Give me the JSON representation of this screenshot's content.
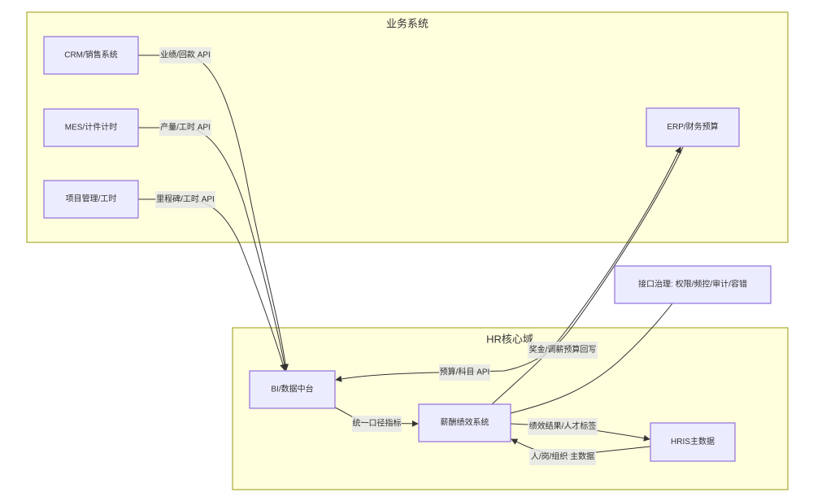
{
  "diagram": {
    "clusters": {
      "business": {
        "title": "业务系统"
      },
      "hr_core": {
        "title": "HR核心域"
      }
    },
    "nodes": {
      "crm": {
        "label": "CRM/销售系统"
      },
      "mes": {
        "label": "MES/计件计时"
      },
      "pm": {
        "label": "项目管理/工时"
      },
      "erp": {
        "label": "ERP/财务预算"
      },
      "governance": {
        "label": "接口治理: 权限/频控/审计/容错"
      },
      "bi": {
        "label": "BI/数据中台"
      },
      "comp": {
        "label": "薪酬绩效系统"
      },
      "hris": {
        "label": "HRIS主数据"
      }
    },
    "edges": [
      {
        "from": "crm",
        "to": "bi",
        "label": "业绩/回款 API",
        "directed": true
      },
      {
        "from": "mes",
        "to": "bi",
        "label": "产量/工时 API",
        "directed": true
      },
      {
        "from": "pm",
        "to": "bi",
        "label": "里程碑/工时 API",
        "directed": true
      },
      {
        "from": "erp",
        "to": "bi",
        "label": "预算/科目 API",
        "directed": true
      },
      {
        "from": "comp",
        "to": "erp",
        "label": "奖金/调薪预算回写",
        "directed": true
      },
      {
        "from": "bi",
        "to": "comp",
        "label": "统一口径指标",
        "directed": true
      },
      {
        "from": "comp",
        "to": "hris",
        "label": "绩效结果/人才标签",
        "directed": true
      },
      {
        "from": "hris",
        "to": "comp",
        "label": "人/岗/组织 主数据",
        "directed": true
      },
      {
        "from": "comp",
        "to": "governance",
        "label": "",
        "directed": false
      }
    ],
    "colors": {
      "cluster_fill": "#ffffde",
      "cluster_stroke": "#aaaa33",
      "node_fill": "#ececff",
      "node_stroke": "#9370db",
      "edge": "#333333",
      "label_bg": "#e8e8e8",
      "text": "#333333"
    }
  }
}
